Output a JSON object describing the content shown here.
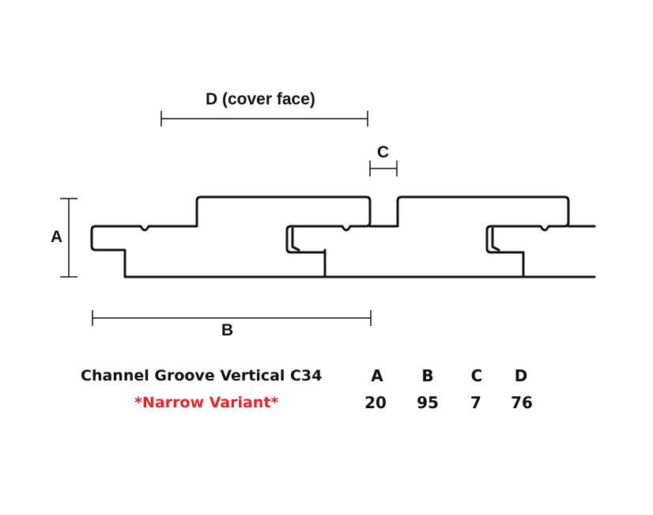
{
  "labels": {
    "dim_d": "D (cover face)",
    "dim_c": "C",
    "dim_a": "A",
    "dim_b": "B"
  },
  "product": {
    "name": "Channel Groove Vertical C34",
    "variant": "*Narrow Variant*"
  },
  "specs": {
    "headers": [
      "A",
      "B",
      "C",
      "D"
    ],
    "values": [
      "20",
      "95",
      "7",
      "76"
    ]
  },
  "colors": {
    "outline": "#111111",
    "variant": "#e3242b"
  }
}
